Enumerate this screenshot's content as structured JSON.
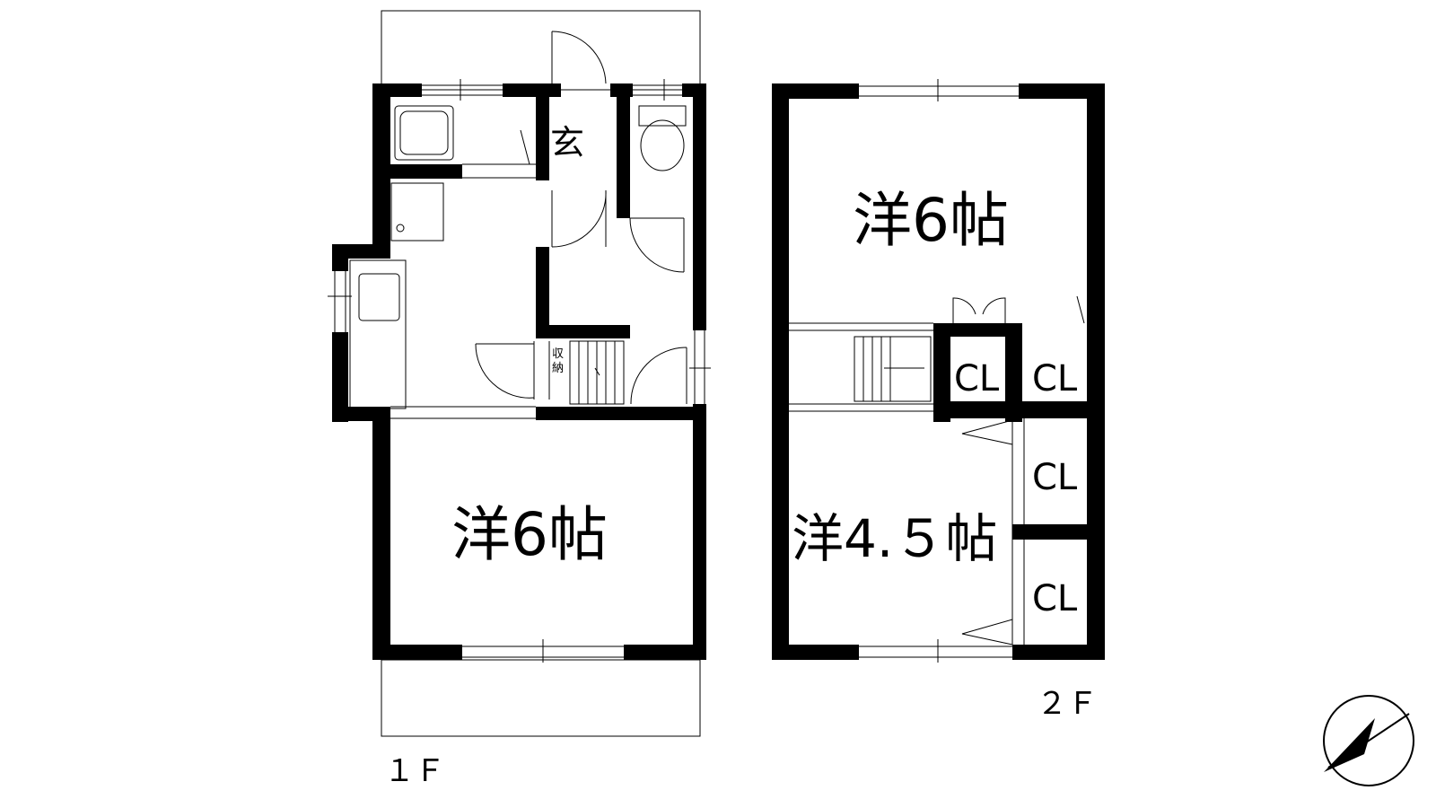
{
  "floor1": {
    "label": "１Ｆ",
    "entrance": "玄",
    "storage_1": "収",
    "storage_2": "納",
    "room": "洋6帖"
  },
  "floor2": {
    "label": "２Ｆ",
    "room_large": "洋6帖",
    "room_small": "洋4.５帖",
    "closets": [
      "CL",
      "CL",
      "CL",
      "CL"
    ]
  },
  "compass": {
    "icon": "north-arrow-icon"
  }
}
